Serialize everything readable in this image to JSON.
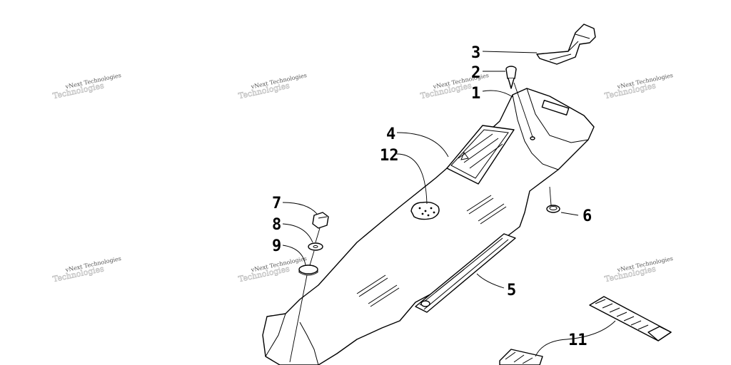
{
  "watermark": {
    "text": "vNext Technologies",
    "ghost": "Technologies"
  },
  "callouts": [
    {
      "id": "1",
      "label": "1"
    },
    {
      "id": "2",
      "label": "2"
    },
    {
      "id": "3",
      "label": "3"
    },
    {
      "id": "4",
      "label": "4"
    },
    {
      "id": "5",
      "label": "5"
    },
    {
      "id": "6",
      "label": "6"
    },
    {
      "id": "7",
      "label": "7"
    },
    {
      "id": "8",
      "label": "8"
    },
    {
      "id": "9",
      "label": "9"
    },
    {
      "id": "11",
      "label": "11"
    },
    {
      "id": "12",
      "label": "12"
    }
  ],
  "colors": {
    "line": "#000000",
    "background": "#ffffff",
    "watermark": "#555555"
  }
}
